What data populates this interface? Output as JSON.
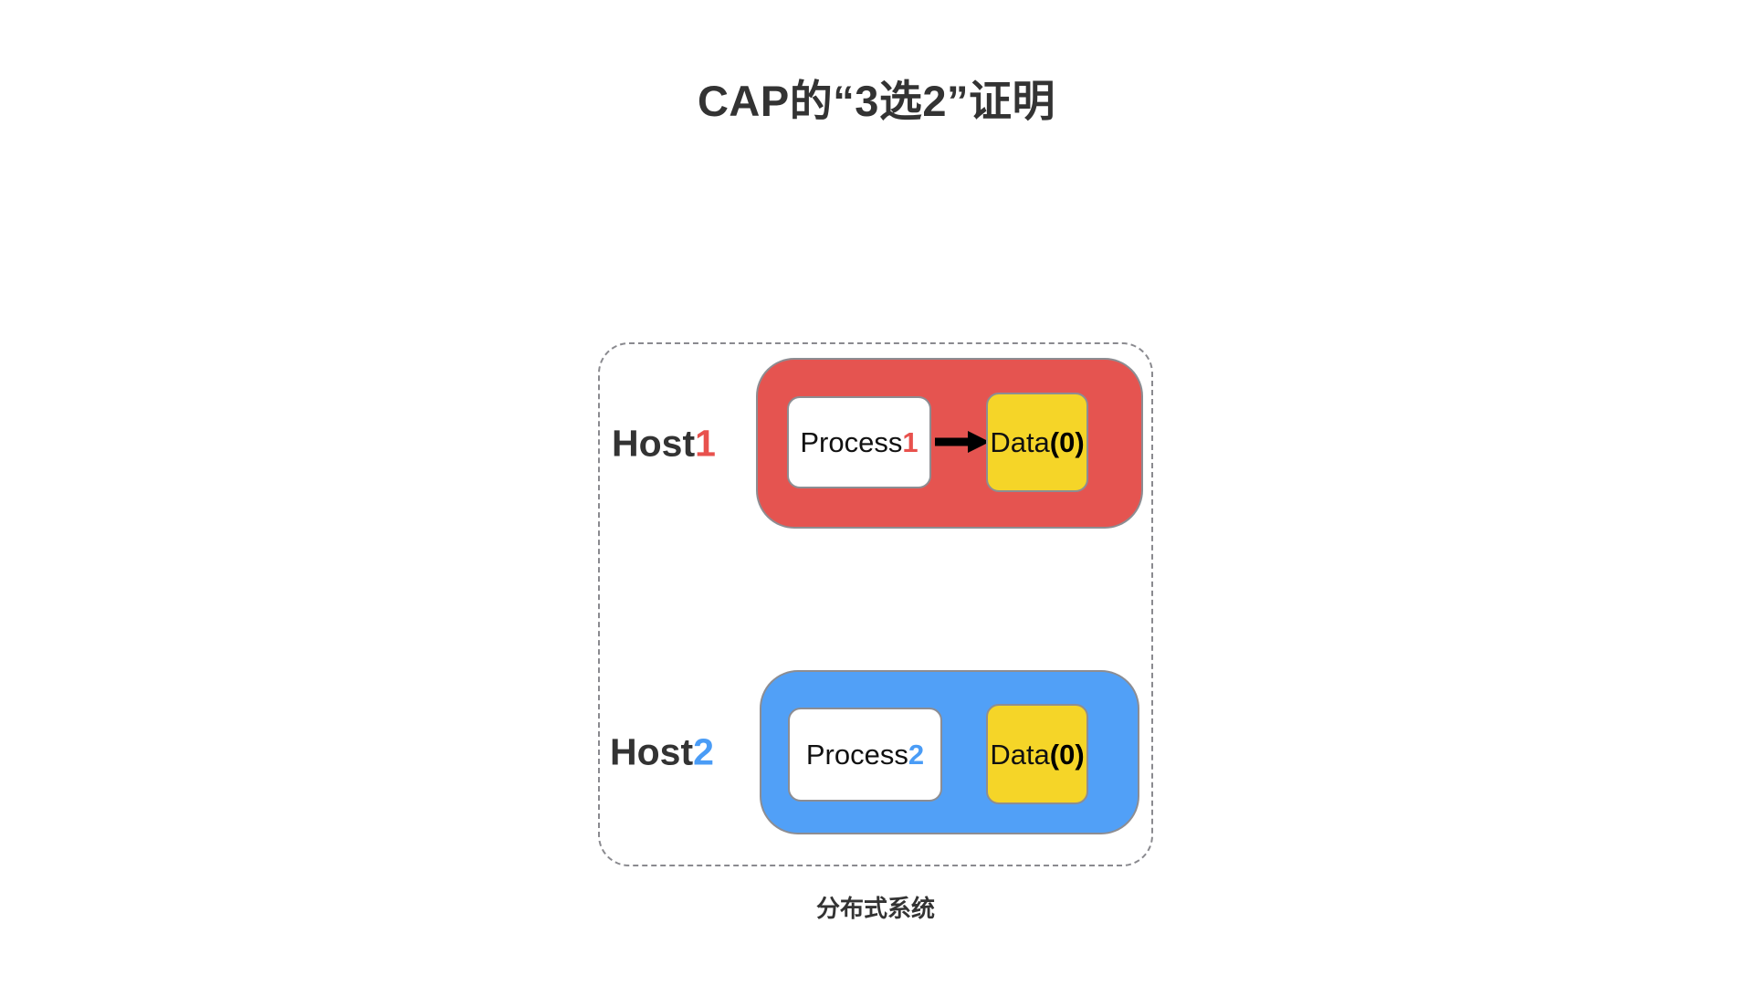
{
  "title": "CAP的“3选2”证明",
  "diagram": {
    "caption": "分布式系统",
    "boundary_style": "dashed",
    "colors": {
      "host1": "#e55450",
      "host2": "#51a0f7",
      "data": "#f5d528",
      "process": "#ffffff",
      "border": "#8d8d92",
      "boundary": "#8a8a8f",
      "title": "#333333",
      "index_red": "#e8514d",
      "index_blue": "#4a9cf6",
      "arrow": "#000000"
    },
    "hosts": [
      {
        "label_base": "Host",
        "label_index": "1",
        "label_full": "Host1",
        "process_base": "Process",
        "process_index": "1",
        "process_full": "Process1",
        "data_base": "Data",
        "data_value": "(0)",
        "data_full": "Data(0)",
        "has_arrow": true,
        "arrow_name": "arrow-right-icon"
      },
      {
        "label_base": "Host",
        "label_index": "2",
        "label_full": "Host2",
        "process_base": "Process",
        "process_index": "2",
        "process_full": "Process2",
        "data_base": "Data",
        "data_value": "(0)",
        "data_full": "Data(0)",
        "has_arrow": false,
        "arrow_name": ""
      }
    ]
  }
}
